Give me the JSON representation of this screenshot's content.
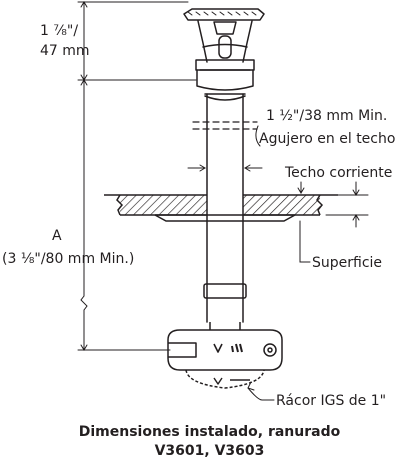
{
  "labels": {
    "top_dim_1": "1 ⁷⁄₈\"/",
    "top_dim_2": "47 mm",
    "hole_min": "1 ½\"/38 mm Min.",
    "ceiling_hole": "Agujero en el techo",
    "ceiling": "Techo corriente",
    "dim_a": "A",
    "dim_a_min": "(3 ⅛\"/80 mm Min.)",
    "surface": "Superficie",
    "coupling": "Rácor IGS de 1\""
  },
  "caption": {
    "line1": "Dimensiones instalado, ranurado",
    "line2": "V3601, V3603"
  },
  "colors": {
    "line": "#231f20",
    "hatch": "#231f20"
  }
}
